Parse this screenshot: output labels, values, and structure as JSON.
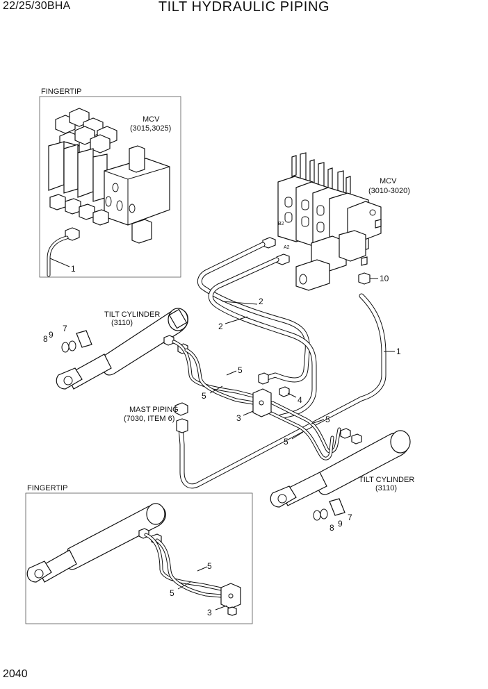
{
  "header": {
    "model": "22/25/30BHA",
    "title": "TILT HYDRAULIC PIPING"
  },
  "footer": {
    "page_number": "2040"
  },
  "diagram": {
    "fingertip_top": {
      "frame_label": "FINGERTIP",
      "mcv_label": "MCV",
      "mcv_parts": "(3015,3025)",
      "callout_1": "1"
    },
    "main": {
      "mcv_label": "MCV",
      "mcv_parts": "(3010-3020)",
      "port_b2": "B2",
      "port_a2": "A2",
      "tilt_cylinder_left_label": "TILT CYLINDER",
      "tilt_cylinder_left_parts": "(3110)",
      "tilt_cylinder_right_label": "TILT CYLINDER",
      "tilt_cylinder_right_parts": "(3110)",
      "mast_piping_label": "MAST PIPING",
      "mast_piping_parts": "(7030, ITEM 6)",
      "callouts": {
        "c1": "1",
        "c2a": "2",
        "c2b": "2",
        "c3": "3",
        "c4": "4",
        "c5a": "5",
        "c5b": "5",
        "c5c": "5",
        "c5d": "5",
        "c7a": "7",
        "c7b": "7",
        "c8a": "8",
        "c8b": "8",
        "c9a": "9",
        "c9b": "9",
        "c10": "10"
      }
    },
    "fingertip_bottom": {
      "frame_label": "FINGERTIP",
      "callout_3": "3",
      "callout_5a": "5",
      "callout_5b": "5"
    }
  }
}
